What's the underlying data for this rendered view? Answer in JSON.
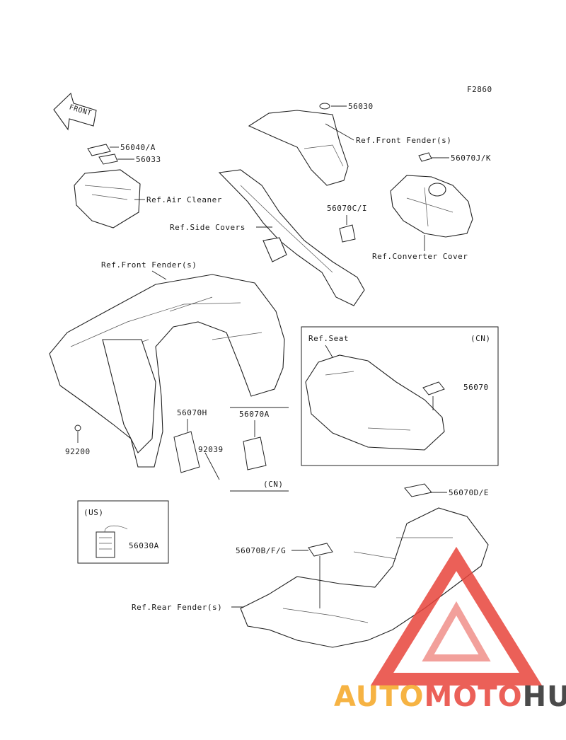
{
  "figure_code": "F2860",
  "front_label": "FRONT",
  "labels": {
    "l56030": "56030",
    "ref_front_fender_top": "Ref.Front Fender(s)",
    "l56070jk": "56070J/K",
    "l56040a": "56040/A",
    "l56033": "56033",
    "ref_air_cleaner": "Ref.Air Cleaner",
    "l56070ci": "56070C/I",
    "ref_side_covers": "Ref.Side Covers",
    "ref_converter_cover": "Ref.Converter Cover",
    "ref_front_fender_main": "Ref.Front Fender(s)",
    "ref_seat": "Ref.Seat",
    "cn_seat": "(CN)",
    "l56070": "56070",
    "l56070h": "56070H",
    "l56070a": "56070A",
    "l92039": "92039",
    "l92200": "92200",
    "cn_group": "(CN)",
    "l56070de": "56070D/E",
    "us": "(US)",
    "l56030a": "56030A",
    "l56070bfg": "56070B/F/G",
    "ref_rear_fender": "Ref.Rear Fender(s)"
  },
  "watermark": {
    "part1": "AUTO",
    "part2": "MOTO",
    "part3": "HUB",
    "color_primary": "#f5a623",
    "color_secondary": "#e8453c",
    "color_tertiary": "#2b2b2b"
  }
}
